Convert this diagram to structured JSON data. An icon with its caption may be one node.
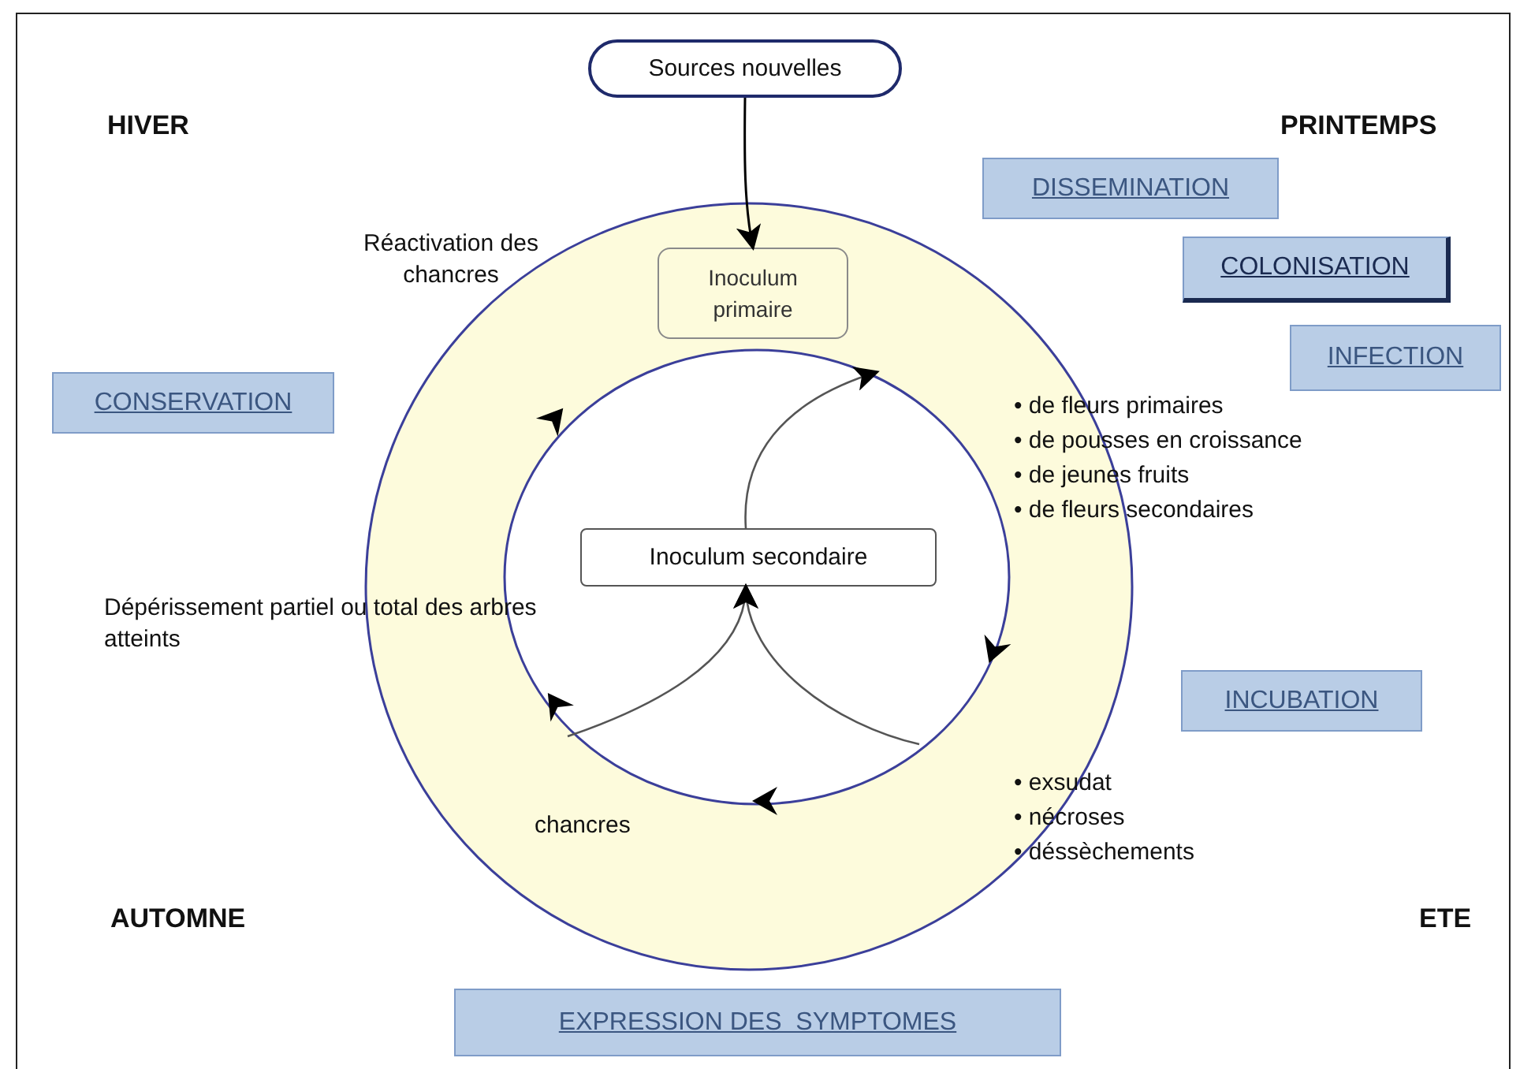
{
  "diagram": {
    "nodes": [
      {
        "text": [
          "Sources nouvelles"
        ]
      },
      {
        "text": [
          "DISSEMINATION"
        ]
      },
      {
        "text": [
          "COLONISATION"
        ]
      },
      {
        "text": [
          "INFECTION"
        ]
      },
      {
        "text": [
          "CONSERVATION"
        ]
      },
      {
        "text": [
          "Inoculum primaire"
        ]
      },
      {
        "text": [
          "Inoculum secondaire"
        ]
      },
      {
        "text": [
          "INCUBATION"
        ]
      },
      {
        "text": [
          "EXPRESSION DES  SYMPTOMES"
        ]
      }
    ],
    "edges": [
      {
        "from": 0,
        "to": 5,
        "arrow": "to"
      },
      {
        "from": null,
        "to": 6,
        "arrow": "to"
      },
      {
        "from": null,
        "to": 6,
        "arrow": "to"
      },
      {
        "from": 6,
        "to": null,
        "arrow": "to"
      }
    ],
    "labels": [
      "HIVER",
      "PRINTEMPS",
      "Réactivation des chancres",
      "• de fleurs primaires",
      "• de pousses en croissance",
      "• de jeunes fruits",
      "• de fleurs secondaires",
      "Dépérissement partiel ou total des arbres atteints",
      "chancres",
      "• exsudat",
      "• nécroses",
      "• déssèchements",
      "AUTOMNE",
      "ETE"
    ]
  }
}
